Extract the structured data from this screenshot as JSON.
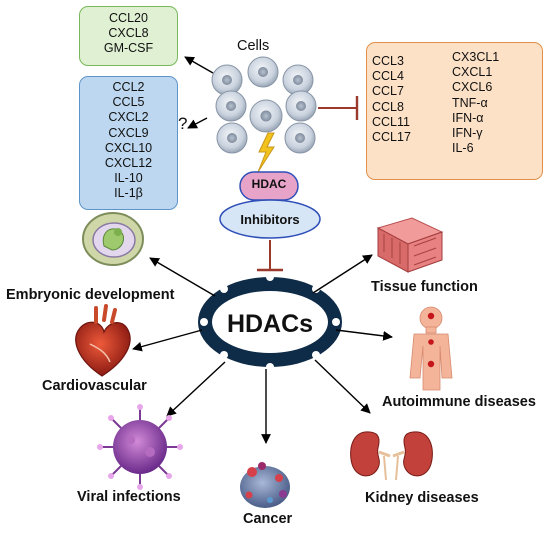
{
  "cells": {
    "title": "Cells"
  },
  "question_mark": "?",
  "green_box": {
    "items": [
      "CCL20",
      "CXCL8",
      "GM-CSF"
    ]
  },
  "blue_box": {
    "items": [
      "CCL2",
      "CCL5",
      "CXCL2",
      "CXCL9",
      "CXCL10",
      "CXCL12",
      "IL-10",
      "IL-1β"
    ]
  },
  "orange_box": {
    "column1": [
      "CCL3",
      "CCL4",
      "CCL7",
      "CCL8",
      "CCL11",
      "CCL17"
    ],
    "column2": [
      "CX3CL1",
      "CXCL1",
      "CXCL6",
      "TNF-α",
      "IFN-α",
      "IFN-γ",
      "IL-6"
    ]
  },
  "hdac_inhibitor": {
    "hdac_label": "HDAC",
    "inhibitors_label": "Inhibitors"
  },
  "center": {
    "label": "HDACs"
  },
  "outcomes": {
    "embryonic": "Embryonic development",
    "tissue": "Tissue function",
    "cardio": "Cardiovascular",
    "autoimmune": "Autoimmune diseases",
    "viral": "Viral infections",
    "cancer": "Cancer",
    "kidney": "Kidney diseases"
  },
  "colors": {
    "green_fill": "#dff0d3",
    "blue_fill": "#bcd7ef",
    "orange_fill": "#fde1c6",
    "ring": "#0e2b47",
    "inhibit": "#9b3a2c",
    "hdac_pill": "#e7a4c8",
    "inhibitor_pill": "#d7e6f7"
  }
}
